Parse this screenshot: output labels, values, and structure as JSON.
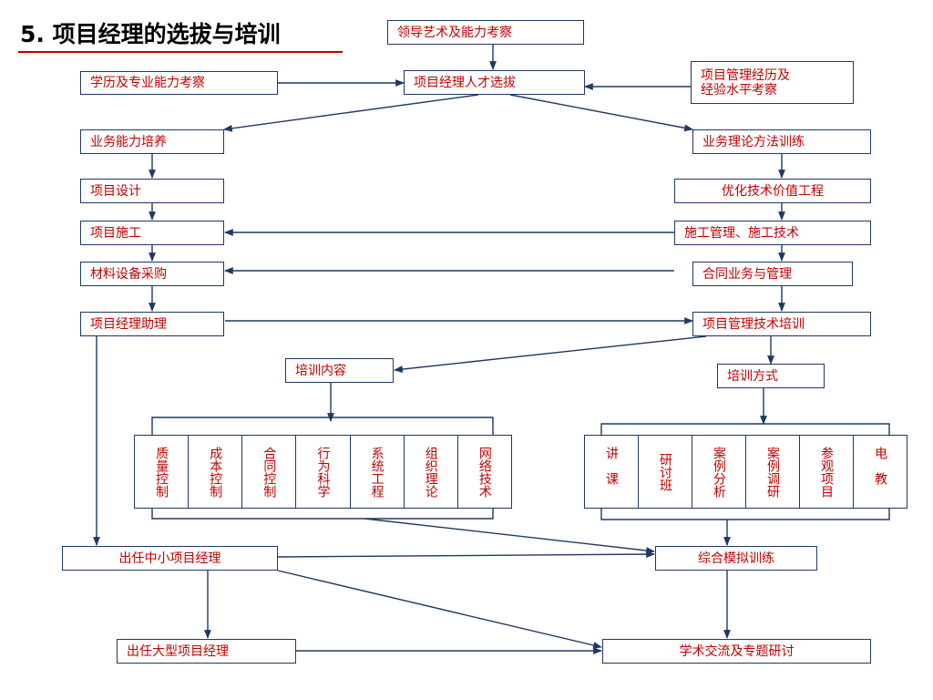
{
  "title": {
    "number": "5",
    "text": "项目经理的选拔与培训"
  },
  "nodes": {
    "leadership": "领导艺术及能力考察",
    "education": "学历及专业能力考察",
    "selection": "项目经理人才选拔",
    "experience_line1": "项目管理经历及",
    "experience_line2": "经验水平考察",
    "business_ability": "业务能力培养",
    "business_theory": "业务理论方法训练",
    "project_design": "项目设计",
    "value_engineering": "优化技术价值工程",
    "project_construction": "项目施工",
    "construction_mgmt": "施工管理、施工技术",
    "material_procurement": "材料设备采购",
    "contract_mgmt": "合同业务与管理",
    "pm_assistant": "项目经理助理",
    "pm_tech_training": "项目管理技术培训",
    "training_content": "培训内容",
    "training_method": "培训方式",
    "small_pm": "出任中小项目经理",
    "simulation": "综合模拟训练",
    "large_pm": "出任大型项目经理",
    "academic": "学术交流及专题研讨"
  },
  "content_items": [
    "质量控制",
    "成本控制",
    "合同控制",
    "行为科学",
    "系统工程",
    "组织理论",
    "网络技术"
  ],
  "method_items": [
    "讲课",
    "研讨班",
    "案例分析",
    "案例调研",
    "参观项目",
    "电教"
  ],
  "colors": {
    "text": "#c00000",
    "border": "#1f3864",
    "title_rule": "#c00000"
  }
}
